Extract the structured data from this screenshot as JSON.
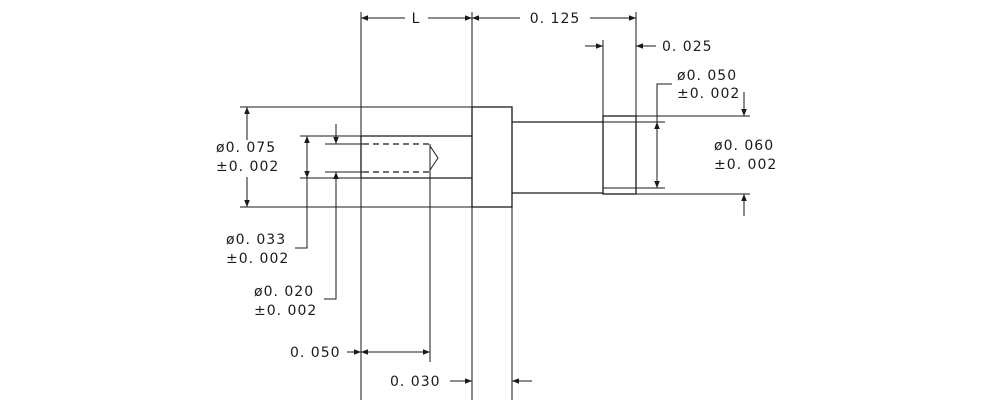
{
  "dimensions": {
    "length": "L",
    "overall": "0. 125",
    "collar_width": "0. 025",
    "collar_dia": "ø0. 050",
    "collar_dia_tol": "±0. 002",
    "head_dia": "ø0. 060",
    "head_dia_tol": "±0. 002",
    "body_dia": "ø0. 075",
    "body_dia_tol": "±0. 002",
    "bore_outer_dia": "ø0. 033",
    "bore_outer_dia_tol": "±0. 002",
    "bore_dia": "ø0. 020",
    "bore_dia_tol": "±0. 002",
    "bore_depth": "0. 050",
    "flange_width": "0. 030"
  }
}
